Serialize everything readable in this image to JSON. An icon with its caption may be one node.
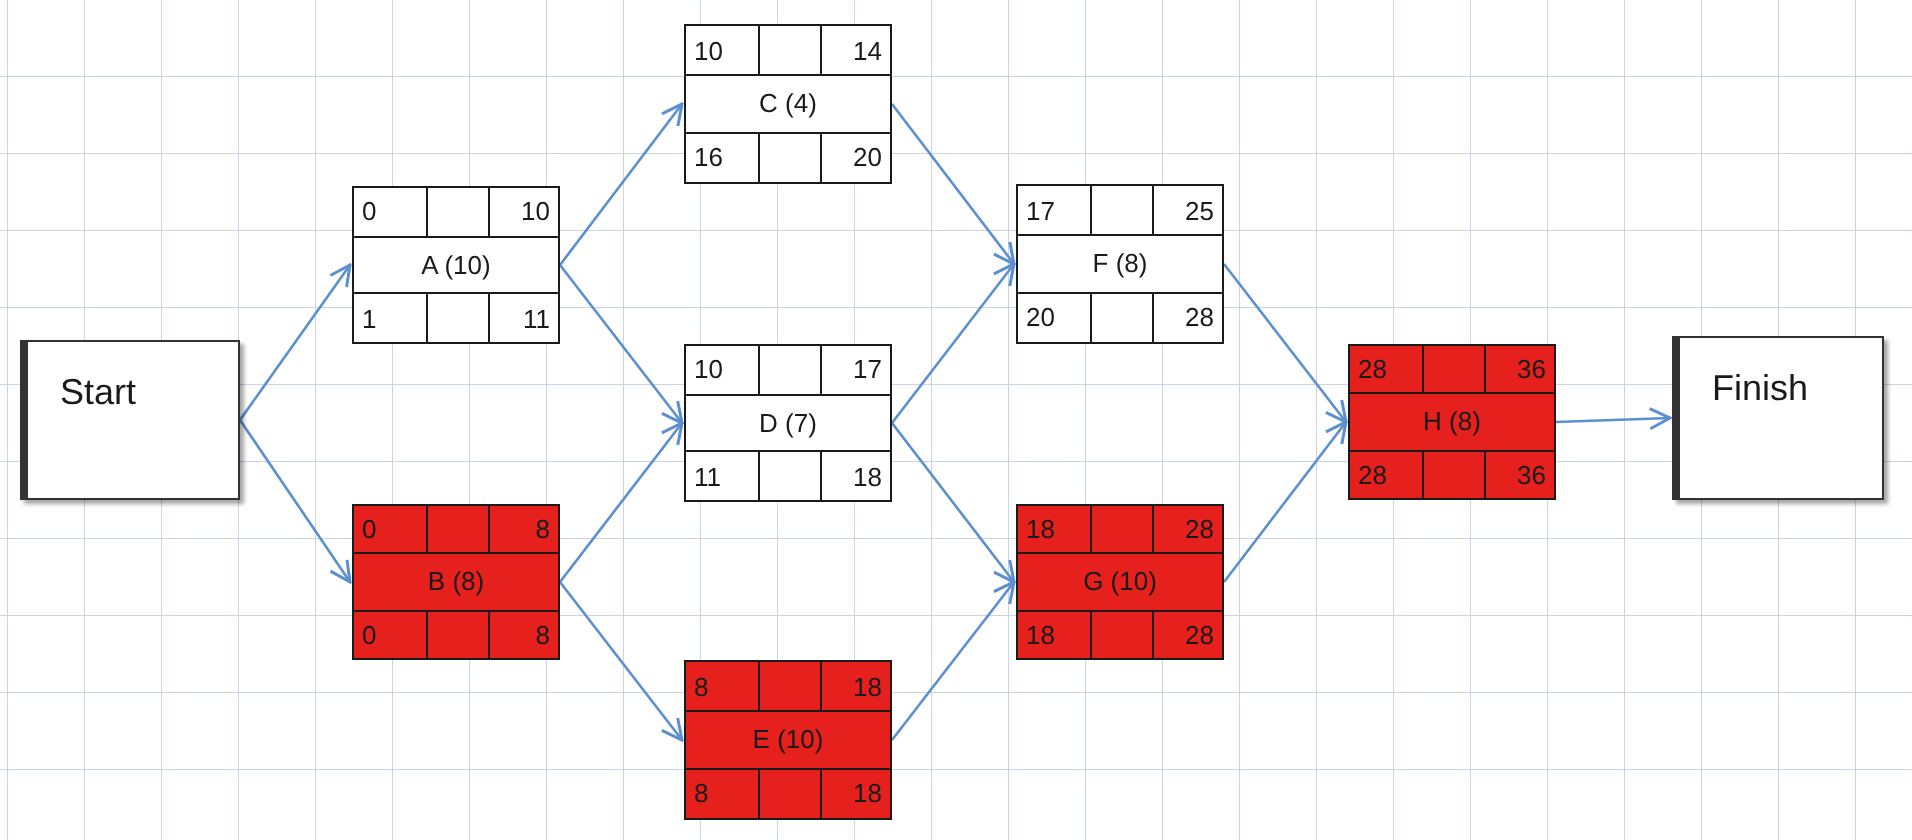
{
  "diagram": {
    "nodes": [
      {
        "text": [
          "Start"
        ]
      },
      {
        "text": [
          "0",
          "10",
          "A (10)",
          "1",
          "11"
        ]
      },
      {
        "text": [
          "0",
          "8",
          "B (8)",
          "0",
          "8"
        ]
      },
      {
        "text": [
          "10",
          "14",
          "C (4)",
          "16",
          "20"
        ]
      },
      {
        "text": [
          "10",
          "17",
          "D (7)",
          "11",
          "18"
        ]
      },
      {
        "text": [
          "8",
          "18",
          "E (10)",
          "8",
          "18"
        ]
      },
      {
        "text": [
          "17",
          "25",
          "F (8)",
          "20",
          "28"
        ]
      },
      {
        "text": [
          "18",
          "28",
          "G (10)",
          "18",
          "28"
        ]
      },
      {
        "text": [
          "28",
          "36",
          "H (8)",
          "28",
          "36"
        ]
      },
      {
        "text": [
          "Finish"
        ]
      }
    ],
    "edges": [
      {
        "from": 0,
        "to": 1,
        "arrow": "to"
      },
      {
        "from": 0,
        "to": 2,
        "arrow": "to"
      },
      {
        "from": 1,
        "to": 3,
        "arrow": "to"
      },
      {
        "from": 1,
        "to": 4,
        "arrow": "to"
      },
      {
        "from": 2,
        "to": 4,
        "arrow": "to"
      },
      {
        "from": 2,
        "to": 5,
        "arrow": "to"
      },
      {
        "from": 3,
        "to": 6,
        "arrow": "to"
      },
      {
        "from": 4,
        "to": 6,
        "arrow": "to"
      },
      {
        "from": 4,
        "to": 7,
        "arrow": "to"
      },
      {
        "from": 5,
        "to": 7,
        "arrow": "to"
      },
      {
        "from": 6,
        "to": 8,
        "arrow": "to"
      },
      {
        "from": 7,
        "to": 8,
        "arrow": "to"
      },
      {
        "from": 8,
        "to": 9,
        "arrow": "to"
      }
    ]
  }
}
